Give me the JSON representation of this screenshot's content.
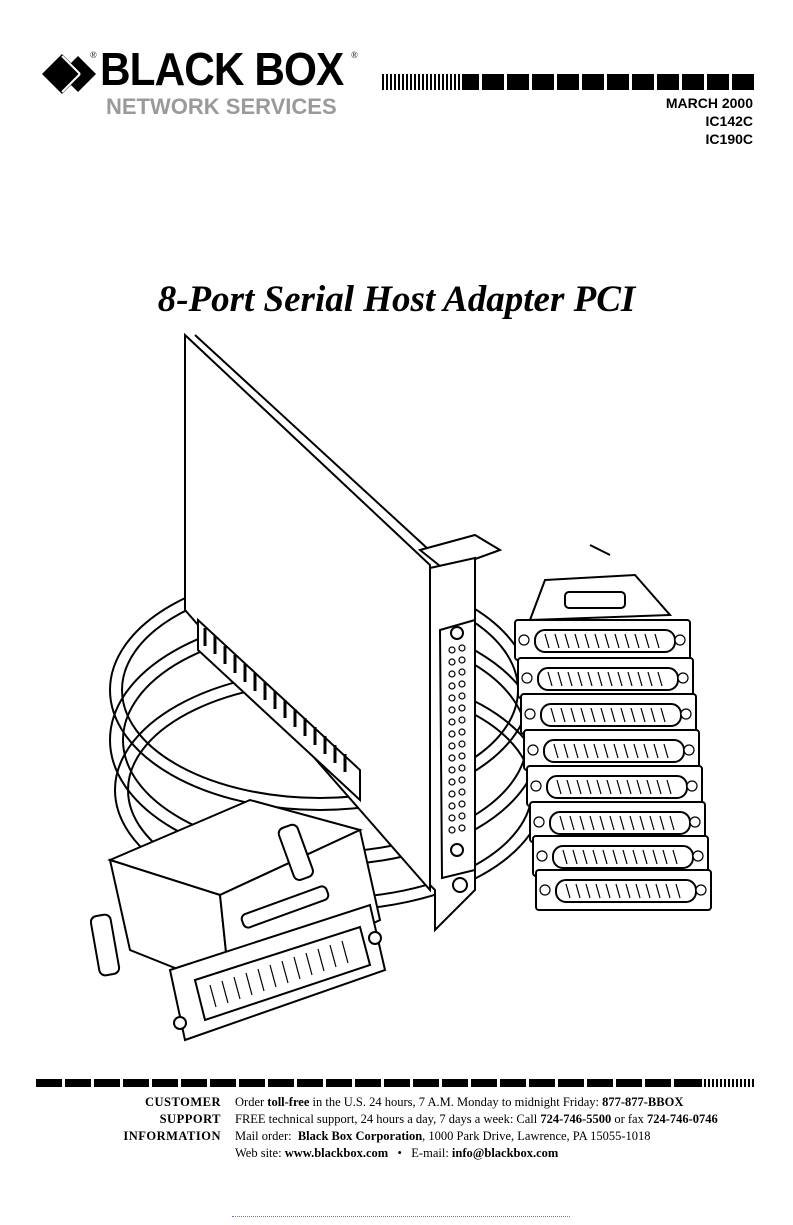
{
  "brand": {
    "name": "BLACK BOX",
    "registered": "®",
    "tagline": "NETWORK SERVICES"
  },
  "header": {
    "date": "MARCH 2000",
    "model1": "IC142C",
    "model2": "IC190C"
  },
  "title": "8-Port Serial Host Adapter PCI",
  "customer_support": {
    "label_line1": "CUSTOMER",
    "label_line2": "SUPPORT",
    "label_line3": "INFORMATION",
    "line1": {
      "prefix": "Order ",
      "bold1": "toll-free",
      "mid": " in the U.S. 24 hours, 7 A.M. Monday to midnight Friday: ",
      "bold2": "877-877-BBOX"
    },
    "line2": {
      "prefix": "FREE technical support, 24 hours a day, 7 days a week: Call ",
      "bold1": "724-746-5500",
      "mid": " or fax ",
      "bold2": "724-746-0746"
    },
    "line3": {
      "prefix": "Mail order:  ",
      "bold1": "Black Box Corporation",
      "mid": ", 1000 Park Drive, Lawrence, PA 15055-1018"
    },
    "line4": {
      "prefix": "Web site: ",
      "bold1": "www.blackbox.com",
      "mid": "   •   E-mail: ",
      "bold2": "info@blackbox.com"
    }
  },
  "colors": {
    "logo_grey": "#9a9a9a",
    "ink": "#000000"
  }
}
